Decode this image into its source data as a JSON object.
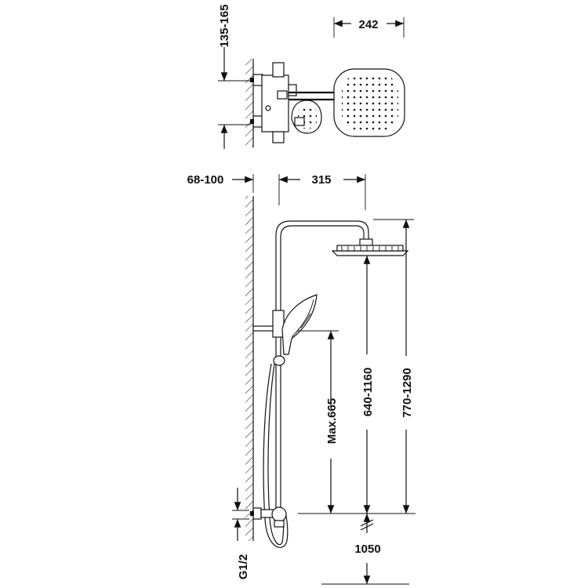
{
  "drawing": {
    "dimensions": {
      "arm_height": "135-165",
      "head_width": "242",
      "wall_offset": "68-100",
      "arm_reach": "315",
      "handshower_height": "Max.665",
      "head_height": "640-1160",
      "total_height": "770-1290",
      "floor_height": "1050",
      "connection": "G1/2"
    }
  }
}
